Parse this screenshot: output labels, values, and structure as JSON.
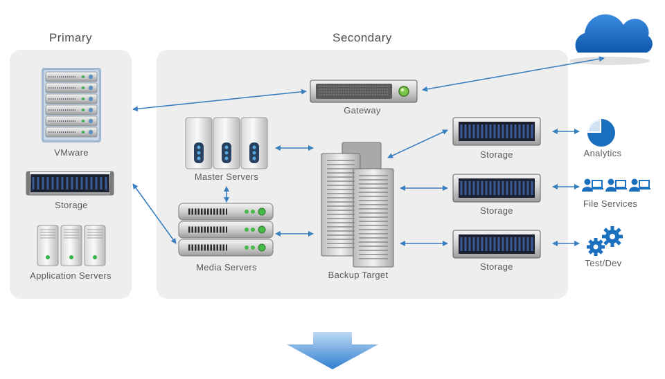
{
  "primary": {
    "title": "Primary",
    "vmware_label": "VMware",
    "storage_label": "Storage",
    "app_servers_label": "Application Servers"
  },
  "secondary": {
    "title": "Secondary",
    "gateway_label": "Gateway",
    "master_servers_label": "Master Servers",
    "media_servers_label": "Media Servers",
    "backup_target_label": "Backup Target",
    "storage_labels": [
      "Storage",
      "Storage",
      "Storage"
    ]
  },
  "services": {
    "analytics_label": "Analytics",
    "file_services_label": "File Services",
    "testdev_label": "Test/Dev"
  },
  "colors": {
    "arrow": "#3a7fc1",
    "cloud": "#1c6fc4",
    "icon_blue": "#1a6fbf",
    "panel": "#eeeeee"
  }
}
